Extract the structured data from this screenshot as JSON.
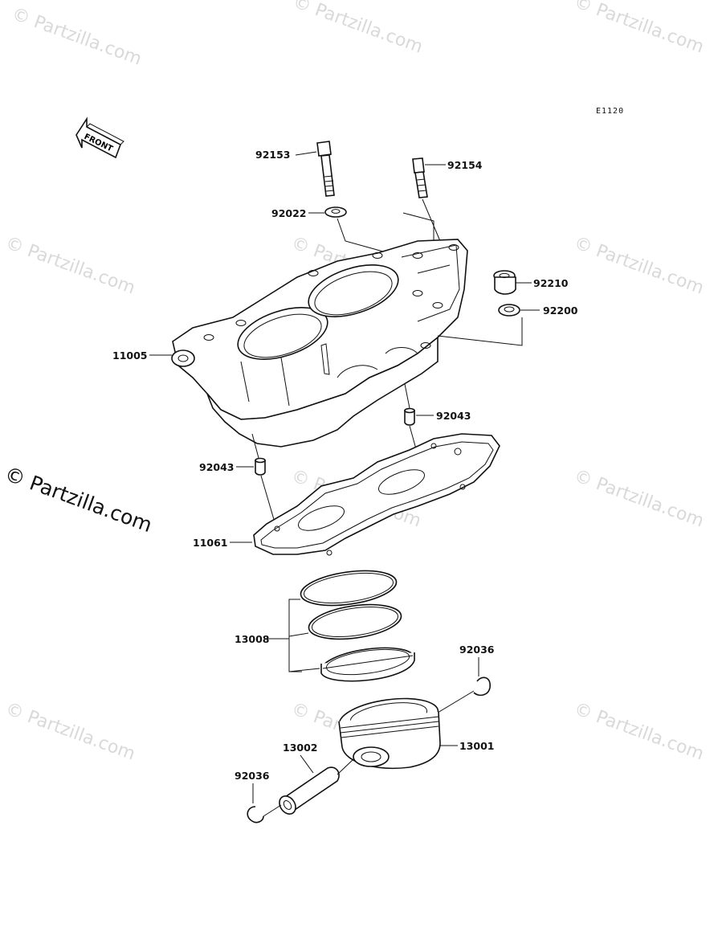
{
  "diagram_code": "E1120",
  "front_arrow_label": "FRONT",
  "watermark_text": "© Partzilla.com",
  "part_numbers": {
    "bolt_left": "92153",
    "bolt_right": "92154",
    "washer": "92022",
    "collar": "92210",
    "collar_washer": "92200",
    "cylinder": "11005",
    "dowel_right": "92043",
    "dowel_left": "92043",
    "gasket": "11061",
    "ring_set": "13008",
    "circlip_right": "92036",
    "piston_pin": "13002",
    "piston": "13001",
    "circlip_left": "92036"
  }
}
